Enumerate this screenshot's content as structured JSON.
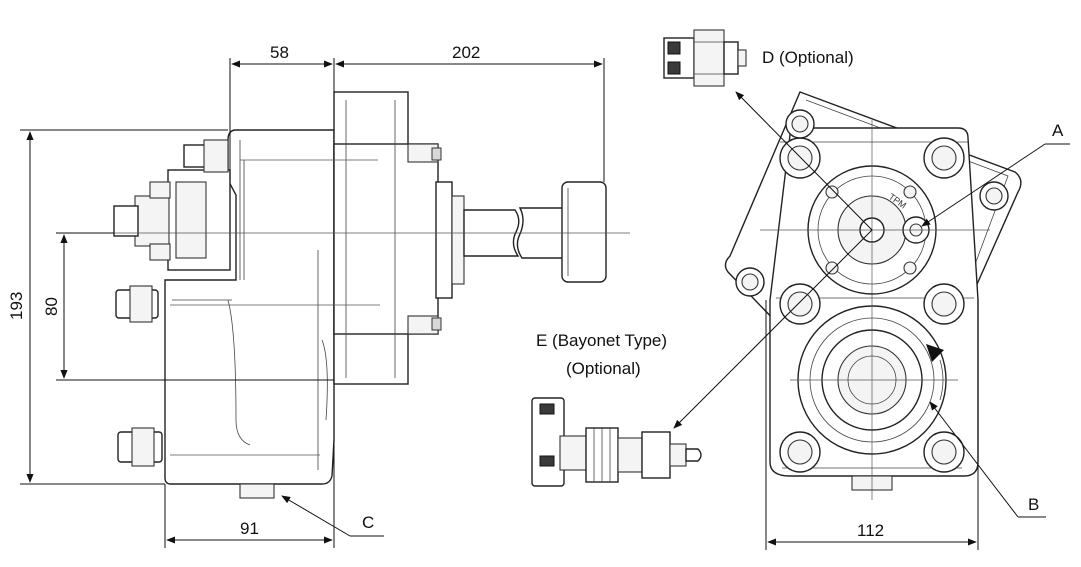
{
  "dimensions": {
    "d58": "58",
    "d202": "202",
    "d193": "193",
    "d80": "80",
    "d91": "91",
    "d112": "112"
  },
  "callouts": {
    "a": "A",
    "b": "B",
    "c": "C",
    "d": "D (Optional)",
    "e_line1": "E (Bayonet Type)",
    "e_line2": "(Optional)"
  },
  "logos": {
    "small": "TPM"
  }
}
